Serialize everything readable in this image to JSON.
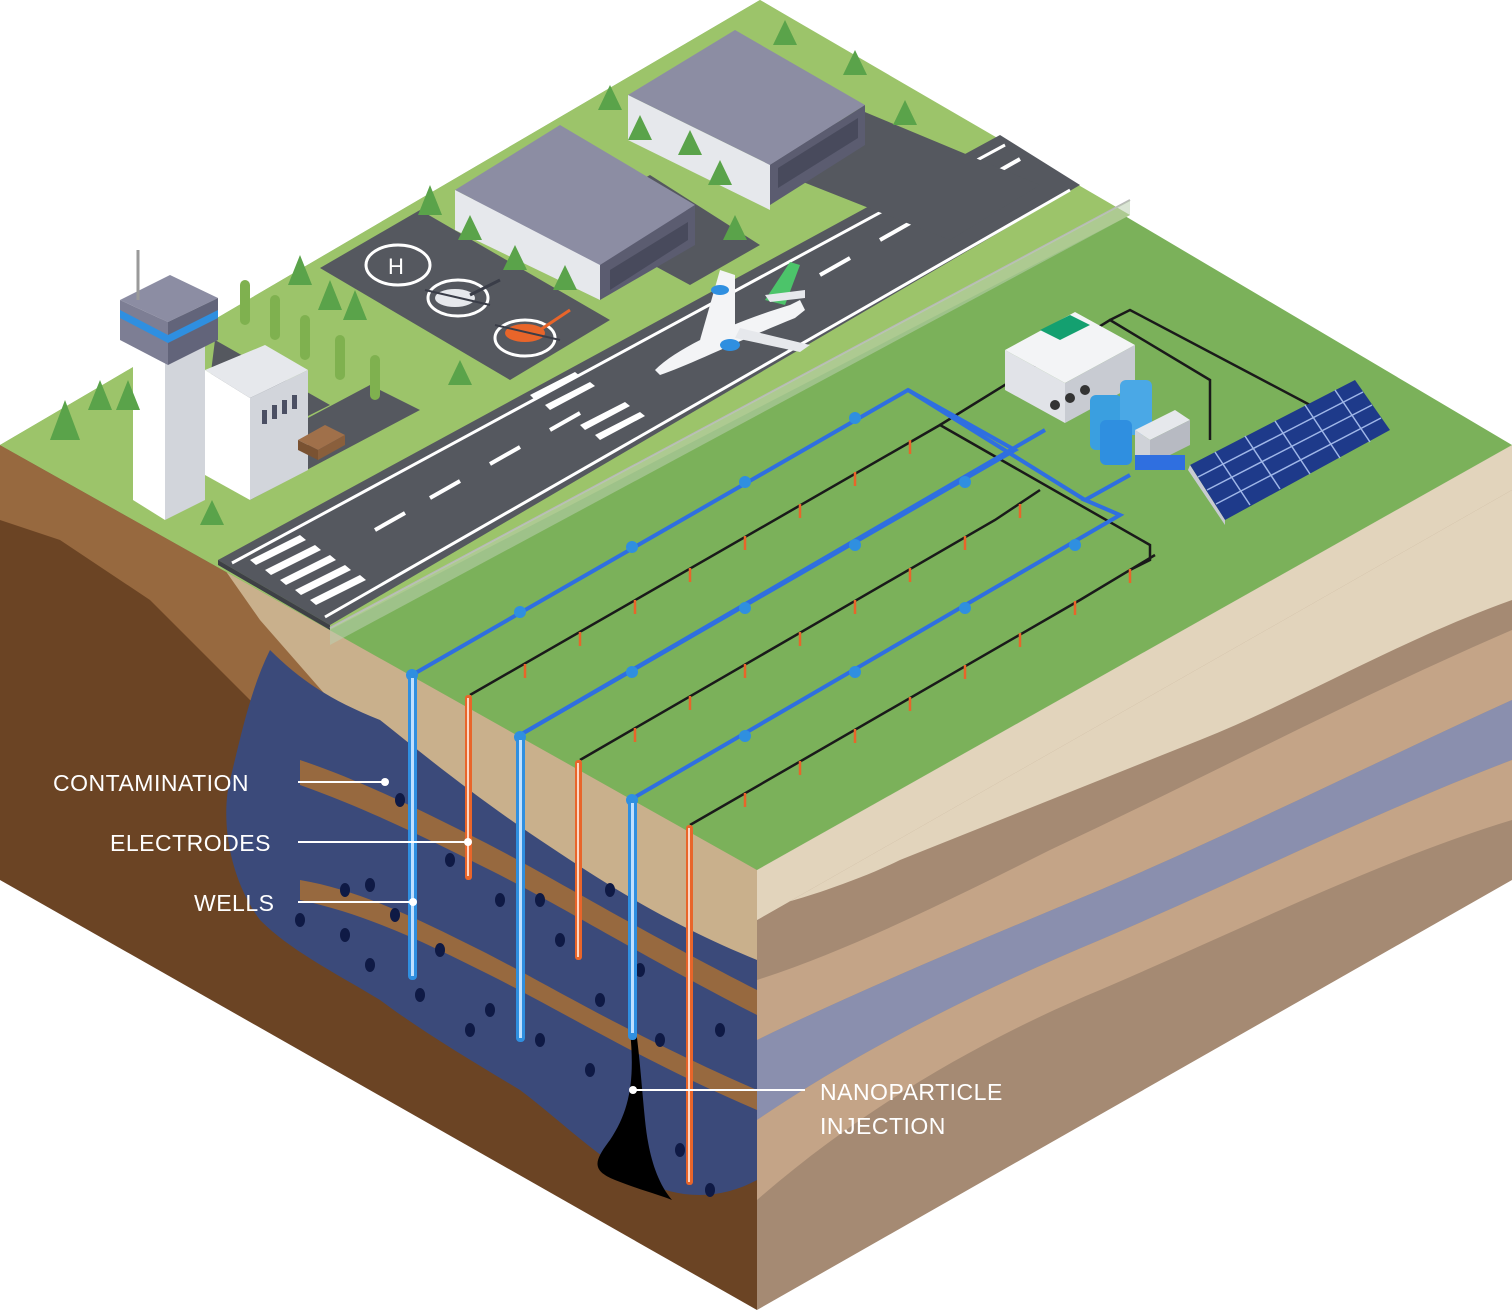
{
  "callouts": {
    "contamination": "CONTAMINATION",
    "electrodes": "ELECTRODES",
    "wells": "WELLS",
    "nanoparticle_line1": "NANOPARTICLE",
    "nanoparticle_line2": "INJECTION"
  },
  "colors": {
    "grass": "#7bb15a",
    "grass_dark": "#6aa04c",
    "runway": "#55585f",
    "soil_dark": "#6b4424",
    "soil_mid": "#97693f",
    "soil_light": "#c9b08c",
    "soil_pale": "#e2d4bc",
    "aquifer": "#8a8fae",
    "contamination": "#3b4a7a",
    "well_blue": "#2f8fe0",
    "electrode_orange": "#e8652a",
    "building_roof": "#7d7e94"
  },
  "helipad_mark": "H"
}
